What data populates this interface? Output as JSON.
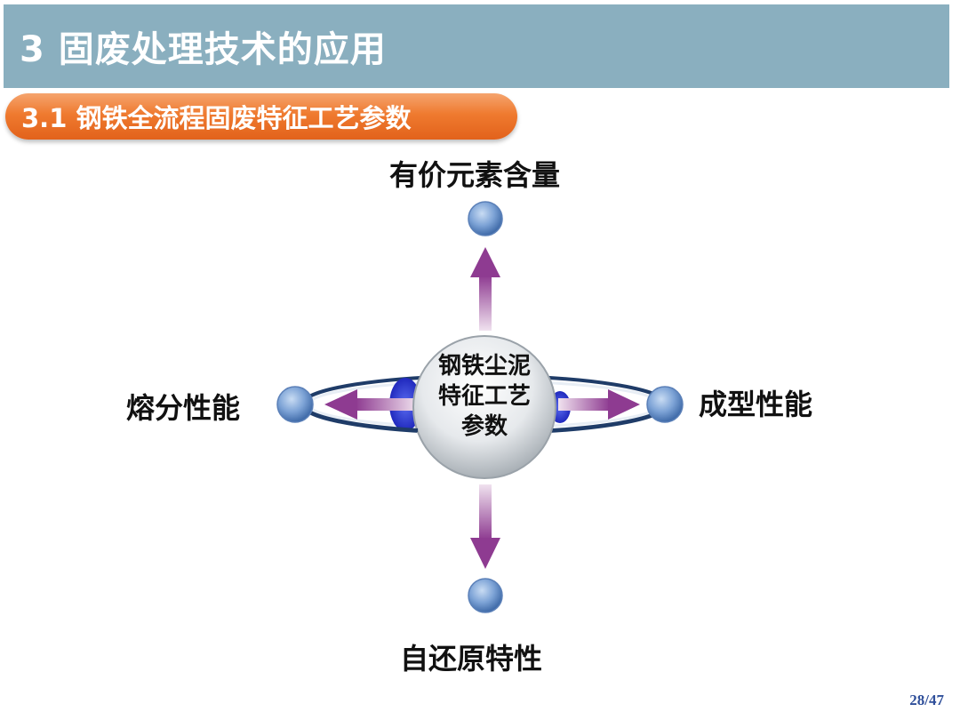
{
  "header": {
    "title": "3 固废处理技术的应用"
  },
  "section": {
    "title": "3.1 钢铁全流程固废特征工艺参数"
  },
  "diagram": {
    "center_lines": [
      "钢铁尘泥",
      "特征工艺",
      "参数"
    ],
    "top_label": "有价元素含量",
    "left_label": "熔分性能",
    "right_label": "成型性能",
    "bottom_label": "自还原特性"
  },
  "footer": {
    "page": "28/47"
  },
  "colors": {
    "title_bar": "#8aafbf",
    "section_pill": "#ef7a2f",
    "arrow": "#8e3b91",
    "node": "#6a92cc",
    "ring": "#1f3c68",
    "wing": "#2233cc"
  }
}
